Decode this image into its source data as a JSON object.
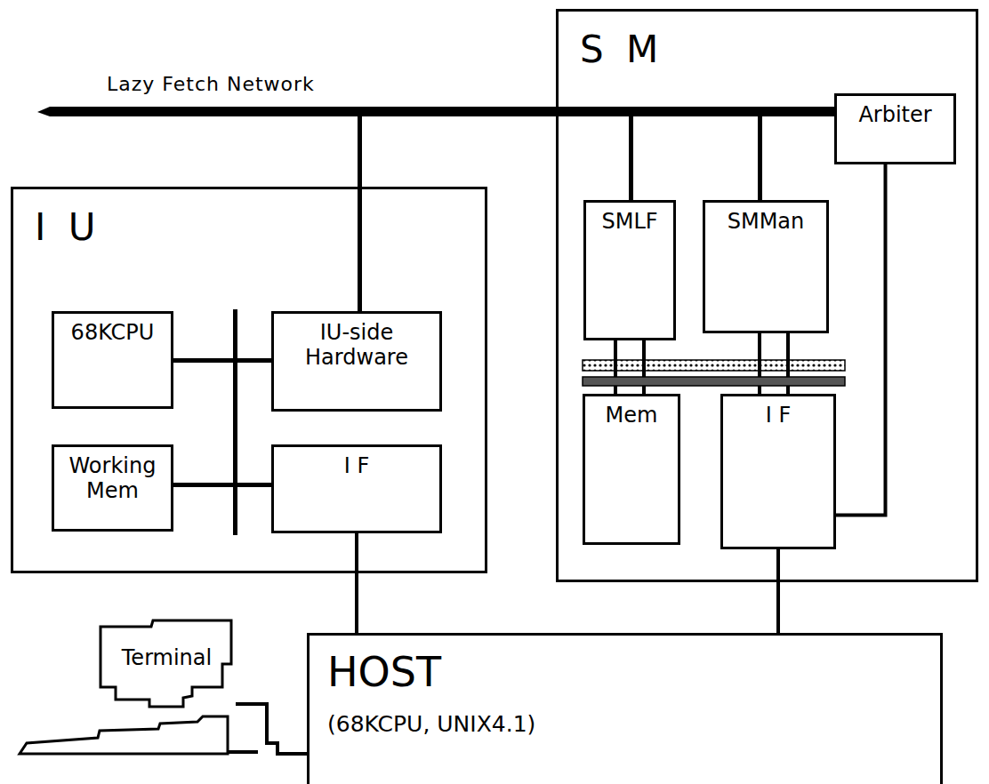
{
  "diagram": {
    "nodes": [
      {
        "text": [
          "S M"
        ]
      },
      {
        "text": [
          "I U"
        ]
      },
      {
        "text": [
          "68KCPU"
        ],
        "in": 1
      },
      {
        "text": [
          "IU-side Hardware"
        ],
        "in": 1
      },
      {
        "text": [
          "Working Mem"
        ],
        "in": 1
      },
      {
        "text": [
          "I F"
        ],
        "in": 1
      },
      {
        "text": [
          "SMLF"
        ],
        "in": 0
      },
      {
        "text": [
          "SMMan"
        ],
        "in": 0
      },
      {
        "text": [
          "Arbiter"
        ],
        "in": 0
      },
      {
        "text": [
          "Mem"
        ],
        "in": 0
      },
      {
        "text": [
          "I F"
        ],
        "in": 0
      },
      {
        "text": [
          "HOST",
          "(68KCPU, UNIX4.1)"
        ]
      },
      {
        "text": [
          "Terminal"
        ]
      }
    ],
    "edges": [
      {
        "from": 5,
        "to": 11,
        "arrow": "none"
      },
      {
        "from": 10,
        "to": 11,
        "arrow": "none"
      },
      {
        "from": 8,
        "to": 10,
        "arrow": "none"
      },
      {
        "from": 12,
        "to": 11,
        "arrow": "none"
      }
    ],
    "labels": [
      "Lazy Fetch Network"
    ]
  }
}
